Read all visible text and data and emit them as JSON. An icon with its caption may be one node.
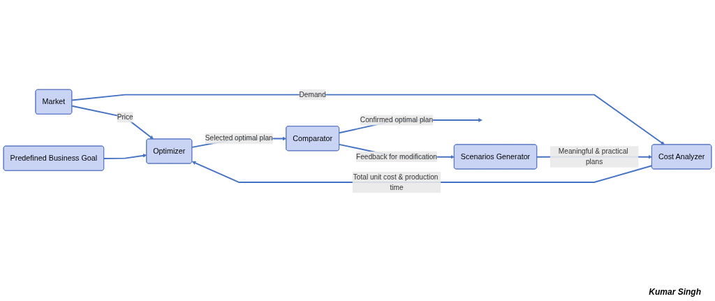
{
  "diagram": {
    "nodes": [
      {
        "text": [
          "Market"
        ]
      },
      {
        "text": [
          "Predefined Business Goal"
        ]
      },
      {
        "text": [
          "Scenarios Generator"
        ]
      },
      {
        "text": [
          "Cost Analyzer"
        ]
      },
      {
        "text": [
          "Optimizer"
        ]
      },
      {
        "text": [
          "Comparator"
        ]
      }
    ],
    "edges": [
      {
        "from": 0,
        "to": 4,
        "arrow": "to",
        "label": "Price"
      },
      {
        "from": 1,
        "to": 4,
        "arrow": "to"
      },
      {
        "from": 0,
        "to": 3,
        "arrow": "to",
        "label": "Demand"
      },
      {
        "from": 2,
        "to": 3,
        "arrow": "to",
        "label": "Meaningful & practical plans"
      },
      {
        "from": 3,
        "to": 4,
        "arrow": "to",
        "label": "Total unit cost & production time"
      },
      {
        "from": 4,
        "to": 5,
        "arrow": "to",
        "label": "Selected optimal plan"
      },
      {
        "from": 5,
        "to": null,
        "arrow": "to",
        "label": "Confirmed optimal plan"
      },
      {
        "from": 5,
        "to": 2,
        "arrow": "to",
        "label": "Feedback for modification"
      }
    ],
    "labels": [
      "Kumar Singh"
    ]
  }
}
